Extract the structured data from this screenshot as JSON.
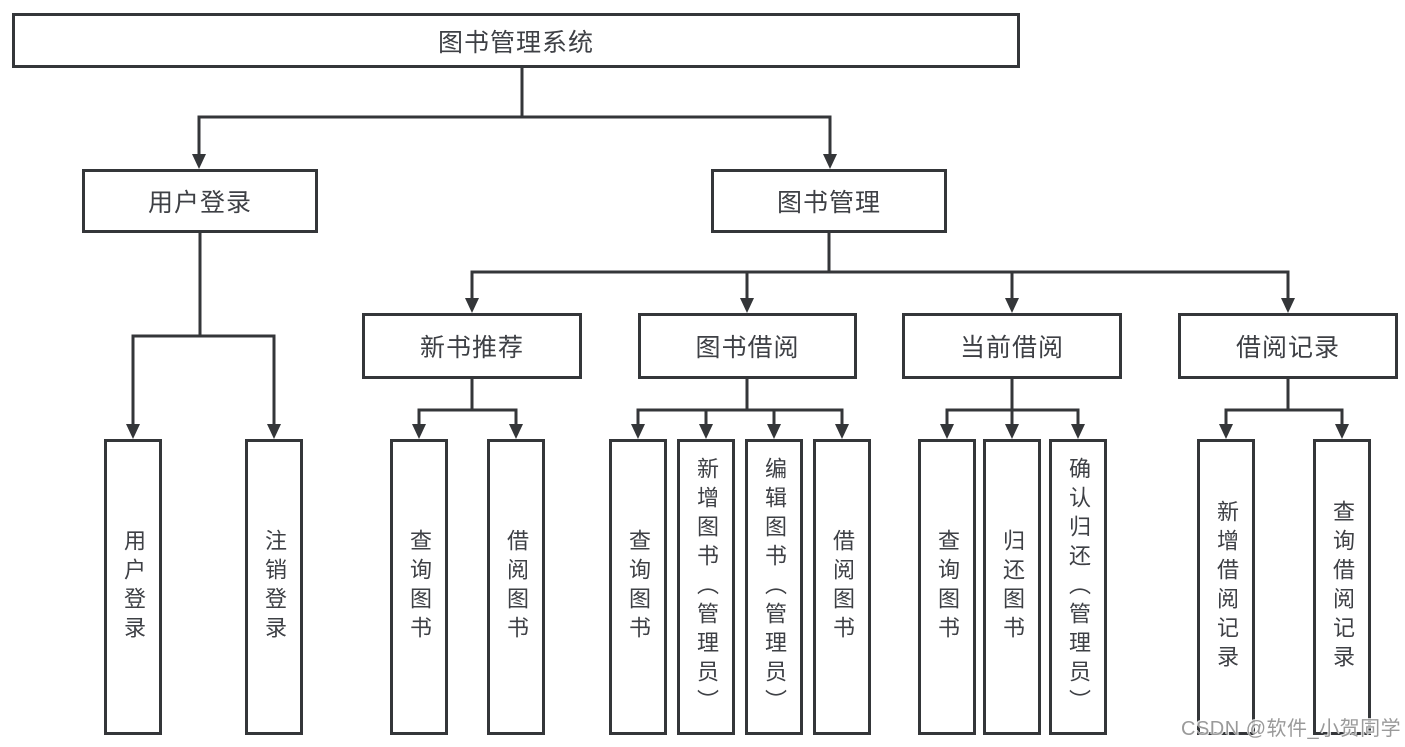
{
  "diagram": {
    "title": "图书管理系统",
    "branches": [
      {
        "label": "用户登录",
        "children": [
          {
            "label": "用户登录"
          },
          {
            "label": "注销登录"
          }
        ]
      },
      {
        "label": "图书管理",
        "children": [
          {
            "label": "新书推荐",
            "children": [
              {
                "label": "查询图书"
              },
              {
                "label": "借阅图书"
              }
            ]
          },
          {
            "label": "图书借阅",
            "children": [
              {
                "label": "查询图书"
              },
              {
                "label": "新增图书（管理员）"
              },
              {
                "label": "编辑图书（管理员）"
              },
              {
                "label": "借阅图书"
              }
            ]
          },
          {
            "label": "当前借阅",
            "children": [
              {
                "label": "查询图书"
              },
              {
                "label": "归还图书"
              },
              {
                "label": "确认归还（管理员）"
              }
            ]
          },
          {
            "label": "借阅记录",
            "children": [
              {
                "label": "新增借阅记录"
              },
              {
                "label": "查询借阅记录"
              }
            ]
          }
        ]
      }
    ]
  },
  "watermark": {
    "text": "CSDN @软件_小贺同学"
  },
  "colors": {
    "line": "#343639",
    "text": "#3e4045",
    "watermark": "#9a9a9a",
    "background": "#ffffff"
  }
}
